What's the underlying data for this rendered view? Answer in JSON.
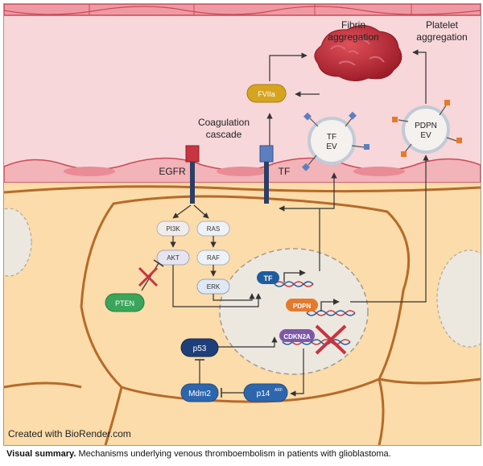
{
  "labels": {
    "fibrin": [
      "Fibrin",
      "aggregation"
    ],
    "platelet": [
      "Platelet",
      "aggregation"
    ],
    "coagulation": [
      "Coagulation",
      "cascade"
    ],
    "egfr": "EGFR",
    "tf_receptor": "TF",
    "fviia": "FVIIa",
    "tf_ev": [
      "TF",
      "EV"
    ],
    "pdpn_ev": [
      "PDPN",
      "EV"
    ]
  },
  "egfr_pathway": {
    "pi3k": "PI3K",
    "akt": "AKT",
    "ras": "RAS",
    "raf": "RAF",
    "erk": "ERK",
    "pten": "PTEN"
  },
  "nucleus": {
    "tf_gene": "TF",
    "pdpn_gene": "PDPN",
    "cdkn2a_gene": "CDKN2A"
  },
  "p53_pathway": {
    "p53": "p53",
    "mdm2": "Mdm2",
    "p14": "p14",
    "p14_sup": "ARF"
  },
  "credit": "Created with BioRender.com",
  "caption": {
    "bold": "Visual summary.",
    "text": " Mechanisms underlying venous thromboembolism in patients with glioblastoma."
  },
  "colors": {
    "vessel": "#f7d7da",
    "vessel_wall": "#c94a58",
    "cell": "#fbdcaa",
    "cell_border": "#b76a29",
    "nucleus": "#ece8e0",
    "receptor_tf": "#5b7fc1",
    "receptor_egfr": "#c8343f",
    "fviia": "#d7a41f",
    "pten": "#3aa55b",
    "gene_blue": "#1f5c9e",
    "pdpn": "#e47a2b",
    "cdkn2a": "#7e58a8",
    "clot": "#b8232f"
  }
}
